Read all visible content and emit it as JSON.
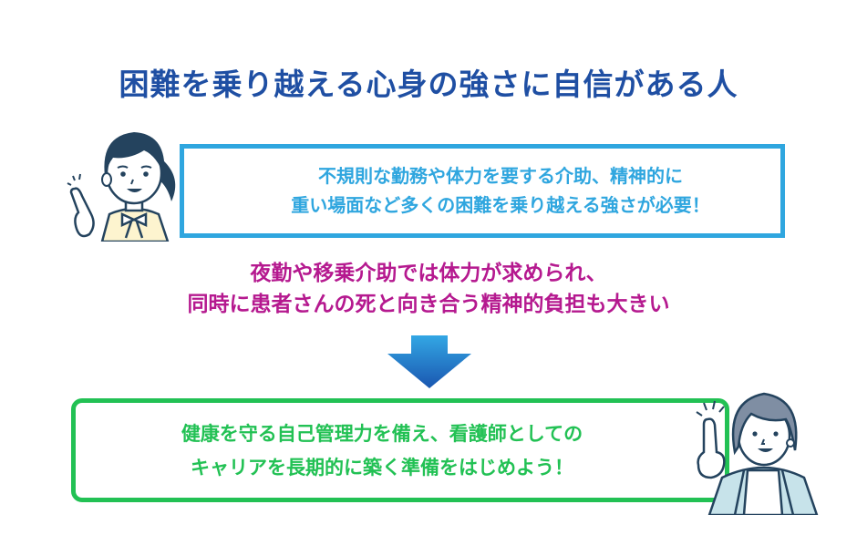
{
  "title": "困難を乗り越える心身の強さに自信がある人",
  "blue_box": {
    "line1": "不規則な勤務や体力を要する介助、精神的に",
    "line2": "重い場面など多くの困難を乗り越える強さが必要！"
  },
  "middle_text": {
    "line1": "夜勤や移乗介助では体力が求められ、",
    "line2": "同時に患者さんの死と向き合う精神的負担も大きい"
  },
  "green_box": {
    "line1": "健康を守る自己管理力を備え、看護師としての",
    "line2": "キャリアを長期的に築く準備をはじめよう！"
  },
  "icons": {
    "top_figure": "nurse-pointing-illustration",
    "arrow": "down-arrow",
    "bottom_figure": "nurse-pointing-illustration"
  },
  "colors": {
    "title": "#1f4fa3",
    "blue_accent": "#2fa6df",
    "magenta_text": "#b5198f",
    "green_accent": "#22c154"
  }
}
